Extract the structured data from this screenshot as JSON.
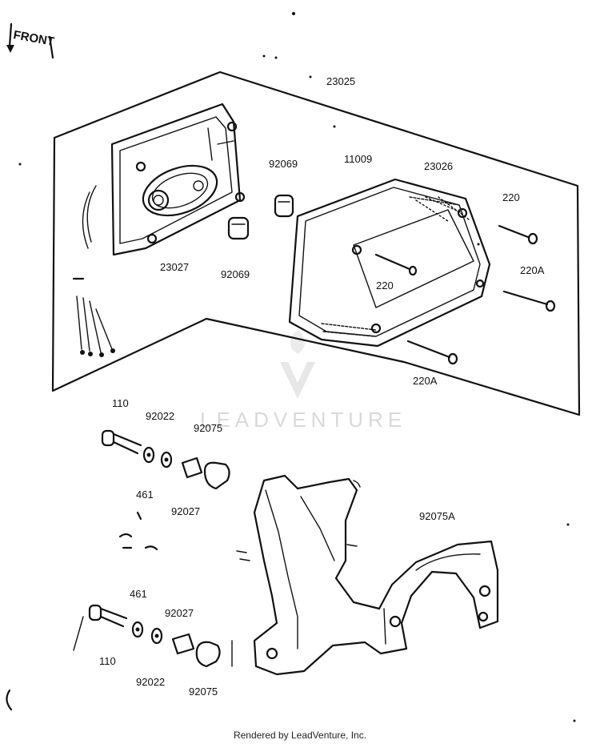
{
  "direction_label": "FRONT",
  "parts": {
    "p23025": "23025",
    "p23027": "23027",
    "p92069a": "92069",
    "p92069b": "92069",
    "p11009": "11009",
    "p23026": "23026",
    "p220a": "220",
    "p220b": "220",
    "p220A_a": "220A",
    "p220A_b": "220A",
    "p110a": "110",
    "p110b": "110",
    "p92022a": "92022",
    "p92022b": "92022",
    "p92075a": "92075",
    "p92075b": "92075",
    "p461a": "461",
    "p461b": "461",
    "p92027a": "92027",
    "p92027b": "92027",
    "p92075A": "92075A"
  },
  "watermark": "LEADVENTURE",
  "footer": "Rendered by LeadVenture, Inc."
}
